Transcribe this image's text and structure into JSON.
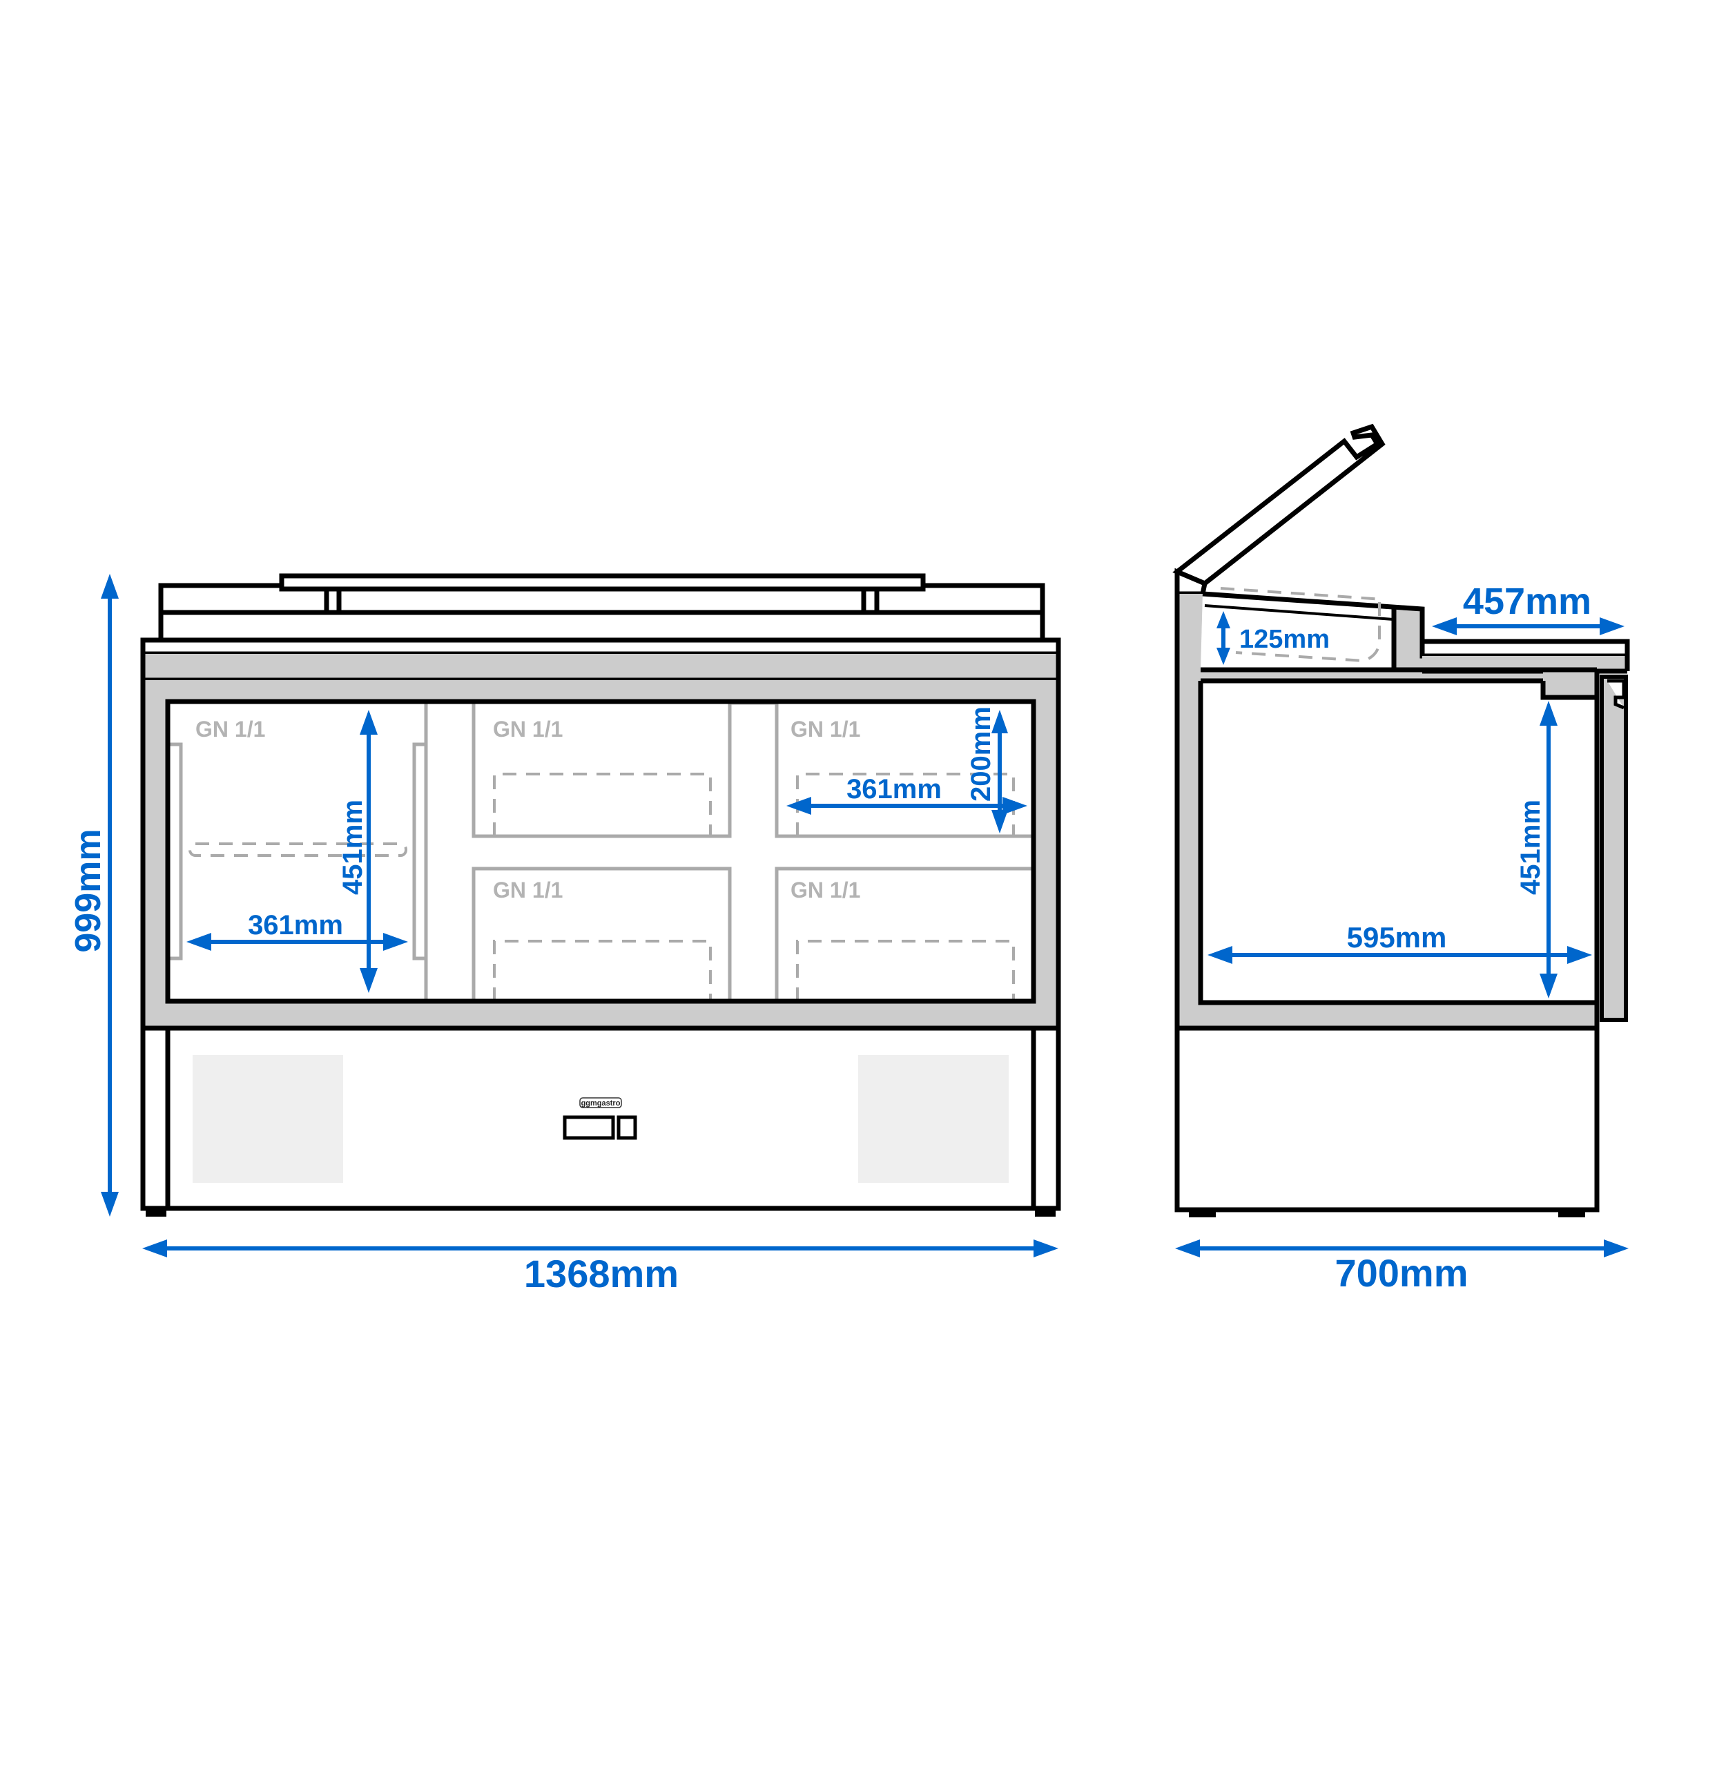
{
  "diagram": {
    "title": "Saladette / refrigerated preparation counter dimension drawing",
    "colors": {
      "dimension": "#0066cc",
      "outline": "#000000",
      "insulation": "#cccccc",
      "pan_outline": "#aaaaaa",
      "vent": "#efefef"
    },
    "front_view": {
      "overall_width": "1368mm",
      "overall_height": "999mm",
      "compartment_height": "451mm",
      "pan_width_left": "361mm",
      "pan_width_right": "361mm",
      "pan_depth": "200mm",
      "pans": [
        {
          "label": "GN 1/1",
          "position": "left"
        },
        {
          "label": "GN 1/1",
          "position": "middle-top"
        },
        {
          "label": "GN 1/1",
          "position": "right-top"
        },
        {
          "label": "GN 1/1",
          "position": "middle-bottom"
        },
        {
          "label": "GN 1/1",
          "position": "right-bottom"
        }
      ],
      "brand_logo": "ggmgastro",
      "control_panel_icon": "controller-display-icon"
    },
    "side_view": {
      "overall_depth": "700mm",
      "worktop_depth": "457mm",
      "pan_well_height": "125mm",
      "compartment_height": "451mm",
      "compartment_depth": "595mm"
    }
  }
}
